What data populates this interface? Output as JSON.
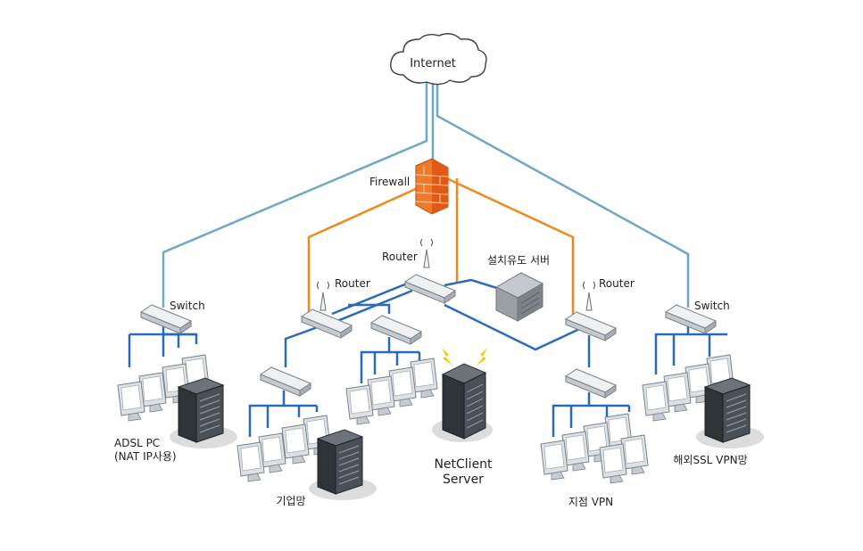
{
  "labels": {
    "internet": "Internet",
    "firewall": "Firewall",
    "router_top": "Router",
    "router_left": "Router",
    "router_right": "Router",
    "switch_left": "Switch",
    "switch_right": "Switch",
    "install_server": "설치유도 서버",
    "adsl_line1": "ADSL PC",
    "adsl_line2": "(NAT IP사용)",
    "corporate": "기업망",
    "netclient_line1": "NetClient",
    "netclient_line2": "Server",
    "branch_vpn": "지점 VPN",
    "overseas_vpn": "해외SSL VPN망"
  },
  "colors": {
    "internet_link": "#6fa7c4",
    "firewall_link": "#ef8a1a",
    "lan_link": "#2a6bb8",
    "firewall_fill": "#f07a2a",
    "server_dark": "#3c4248"
  }
}
